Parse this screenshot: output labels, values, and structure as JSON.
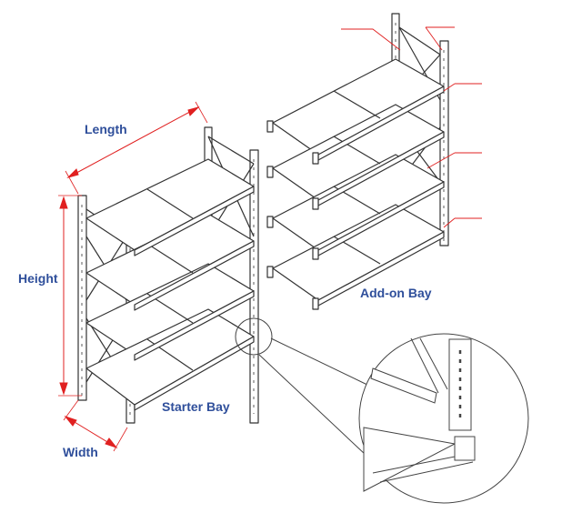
{
  "labels": {
    "length": "Length",
    "height": "Height",
    "width": "Width",
    "starter_bay": "Starter Bay",
    "add_on_bay": "Add-on Bay"
  },
  "colors": {
    "label_text": "#2f4f9b",
    "dimension_line": "#e02020",
    "structure_line": "#333333"
  }
}
